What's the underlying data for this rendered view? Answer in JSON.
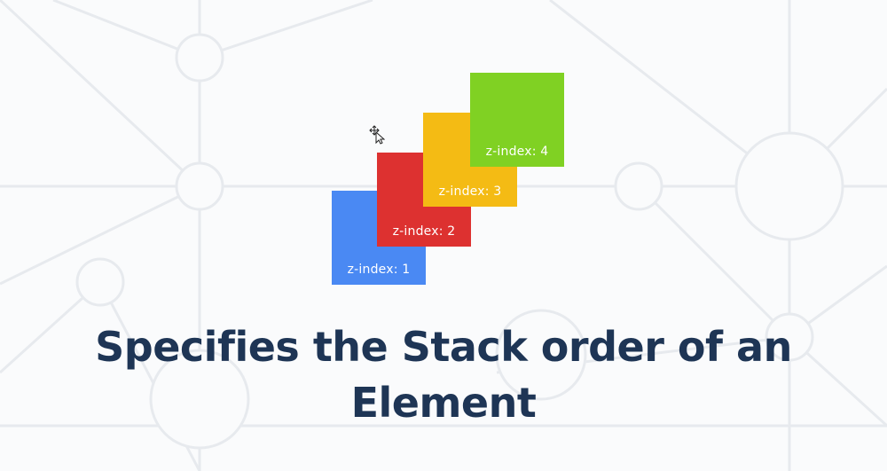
{
  "slide": {
    "heading": "Specifies the Stack order of an Element"
  },
  "squares": [
    {
      "label": "z-index: 1",
      "color": "#4a89f3"
    },
    {
      "label": "z-index: 2",
      "color": "#dd3130"
    },
    {
      "label": "z-index: 3",
      "color": "#f4bb14"
    },
    {
      "label": "z-index: 4",
      "color": "#80d123"
    }
  ],
  "colors": {
    "background": "#fafbfc",
    "heading": "#1e3555",
    "decor_lines": "#e9ecef"
  },
  "icons": {
    "cursor": "move-cursor-icon"
  }
}
